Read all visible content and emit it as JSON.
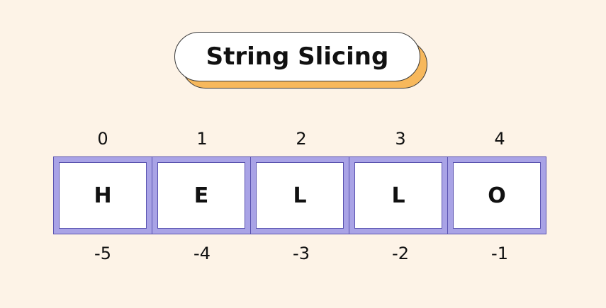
{
  "title": "String Slicing",
  "positive_indices": [
    "0",
    "1",
    "2",
    "3",
    "4"
  ],
  "characters": [
    "H",
    "E",
    "L",
    "L",
    "O"
  ],
  "negative_indices": [
    "-5",
    "-4",
    "-3",
    "-2",
    "-1"
  ],
  "colors": {
    "background": "#fdf3e7",
    "pill_shadow": "#f7b85c",
    "cell_frame": "#a9a3e6",
    "cell_border": "#5a53b0"
  }
}
